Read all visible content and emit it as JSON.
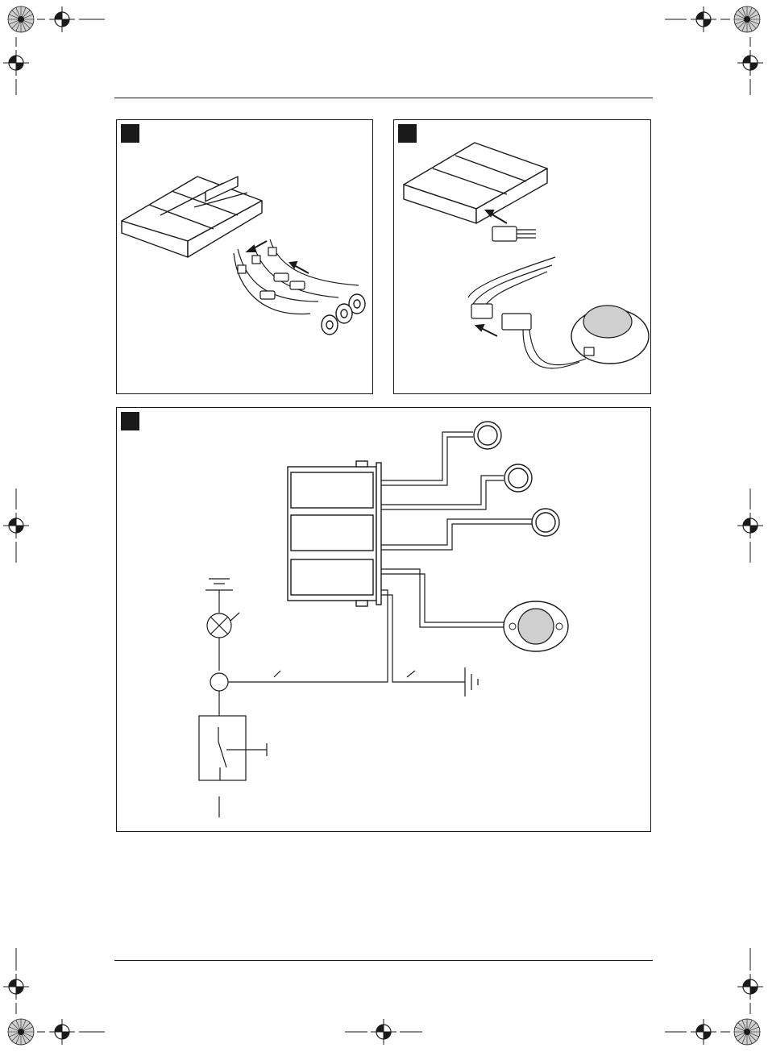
{
  "panels": [
    {
      "id": "panel-1",
      "tag": ""
    },
    {
      "id": "panel-2",
      "tag": ""
    },
    {
      "id": "panel-3",
      "tag": ""
    }
  ],
  "colors": {
    "ink": "#1a1a1a",
    "paper": "#ffffff",
    "mesh": "#bdbdbd"
  },
  "icons": [
    "registration-mark-icon",
    "color-wheel-icon",
    "sensor-icon",
    "buzzer-icon",
    "lamp-icon",
    "ground-icon",
    "switch-icon"
  ]
}
